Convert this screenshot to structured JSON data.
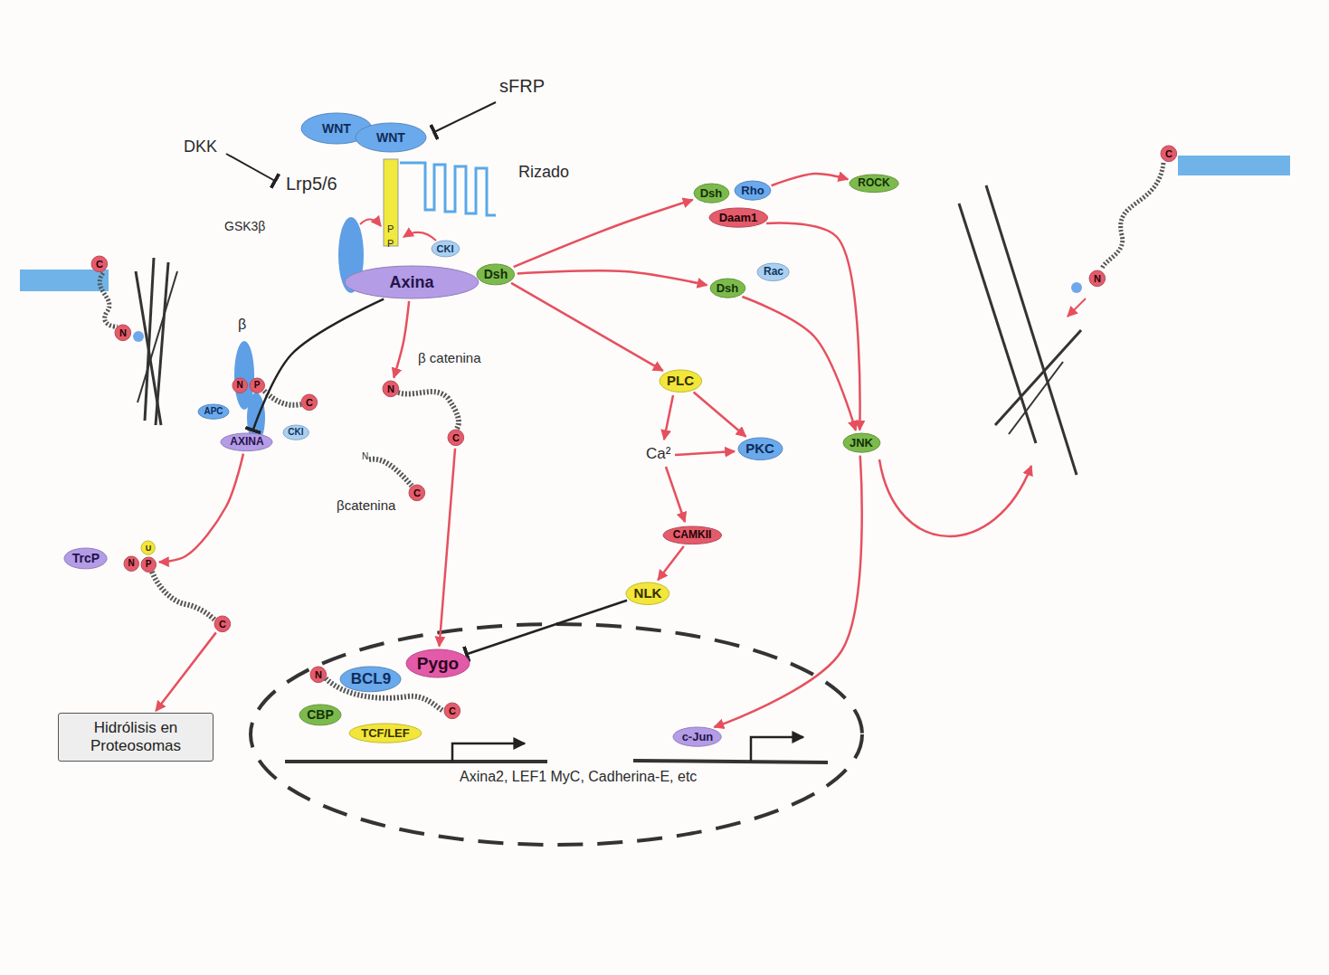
{
  "diagram": {
    "nodes": [
      {
        "text": [
          "WNT"
        ]
      },
      {
        "text": [
          "WNT"
        ]
      },
      {
        "text": [
          "CKI"
        ]
      },
      {
        "text": [
          "Axina"
        ]
      },
      {
        "text": [
          "Dsh"
        ]
      },
      {
        "text": [
          "Dsh"
        ]
      },
      {
        "text": [
          "Rho"
        ]
      },
      {
        "text": [
          "Daam1"
        ]
      },
      {
        "text": [
          "ROCK"
        ]
      },
      {
        "text": [
          "Dsh"
        ]
      },
      {
        "text": [
          "Rac"
        ]
      },
      {
        "text": [
          "C"
        ]
      },
      {
        "text": [
          "N"
        ]
      },
      {
        "text": [
          "C"
        ]
      },
      {
        "text": [
          "N"
        ]
      },
      {
        "text": [
          "N"
        ]
      },
      {
        "text": [
          "P"
        ]
      },
      {
        "text": [
          "APC"
        ]
      },
      {
        "text": [
          "C"
        ]
      },
      {
        "text": [
          "CKI"
        ]
      },
      {
        "text": [
          "AXINA"
        ]
      },
      {
        "text": [
          "N"
        ]
      },
      {
        "text": [
          "C"
        ]
      },
      {
        "text": [
          "C"
        ]
      },
      {
        "text": [
          "PLC"
        ]
      },
      {
        "text": [
          "PKC"
        ]
      },
      {
        "text": [
          "JNK"
        ]
      },
      {
        "text": [
          "CAMKII"
        ]
      },
      {
        "text": [
          "NLK"
        ]
      },
      {
        "text": [
          "TrcP"
        ]
      },
      {
        "text": [
          "N"
        ]
      },
      {
        "text": [
          "U"
        ]
      },
      {
        "text": [
          "P"
        ]
      },
      {
        "text": [
          "C"
        ]
      },
      {
        "text": [
          "Hidrólisis en Proteosomas"
        ]
      },
      {
        "text": [
          "Pygo"
        ]
      },
      {
        "text": [
          "N"
        ]
      },
      {
        "text": [
          "BCL9"
        ]
      },
      {
        "text": [
          "CBP"
        ]
      },
      {
        "text": [
          "TCF/LEF"
        ]
      },
      {
        "text": [
          "C"
        ]
      },
      {
        "text": [
          "c-Jun"
        ]
      }
    ],
    "edges": [
      {
        "from": 3,
        "to": 20,
        "arrow": "to"
      },
      {
        "from": 20,
        "to": 32,
        "arrow": "to"
      },
      {
        "from": 33,
        "to": 34,
        "arrow": "to"
      },
      {
        "from": 3,
        "to": 21,
        "arrow": "to"
      },
      {
        "from": 22,
        "to": 35,
        "arrow": "to"
      },
      {
        "from": 4,
        "to": 5,
        "arrow": "to"
      },
      {
        "from": 4,
        "to": 9,
        "arrow": "to"
      },
      {
        "from": 4,
        "to": 24,
        "arrow": "to"
      },
      {
        "from": 6,
        "to": 8,
        "arrow": "to"
      },
      {
        "from": 7,
        "to": 26,
        "arrow": "to"
      },
      {
        "from": 9,
        "to": 26,
        "arrow": "to"
      },
      {
        "from": 24,
        "to": 25,
        "arrow": "to"
      },
      {
        "from": 27,
        "to": 28,
        "arrow": "to"
      },
      {
        "from": 28,
        "to": 35,
        "arrow": "to"
      },
      {
        "from": 26,
        "to": 41,
        "arrow": "to"
      }
    ],
    "labels": [
      "sFRP",
      "DKK",
      "Lrp5/6",
      "Rizado",
      "GSK3β",
      "P",
      "P",
      "β",
      "β catenina",
      "N",
      "βcatenina",
      "Ca²",
      "Axina2, LEF1 MyC, Cadherina-E, etc"
    ]
  }
}
